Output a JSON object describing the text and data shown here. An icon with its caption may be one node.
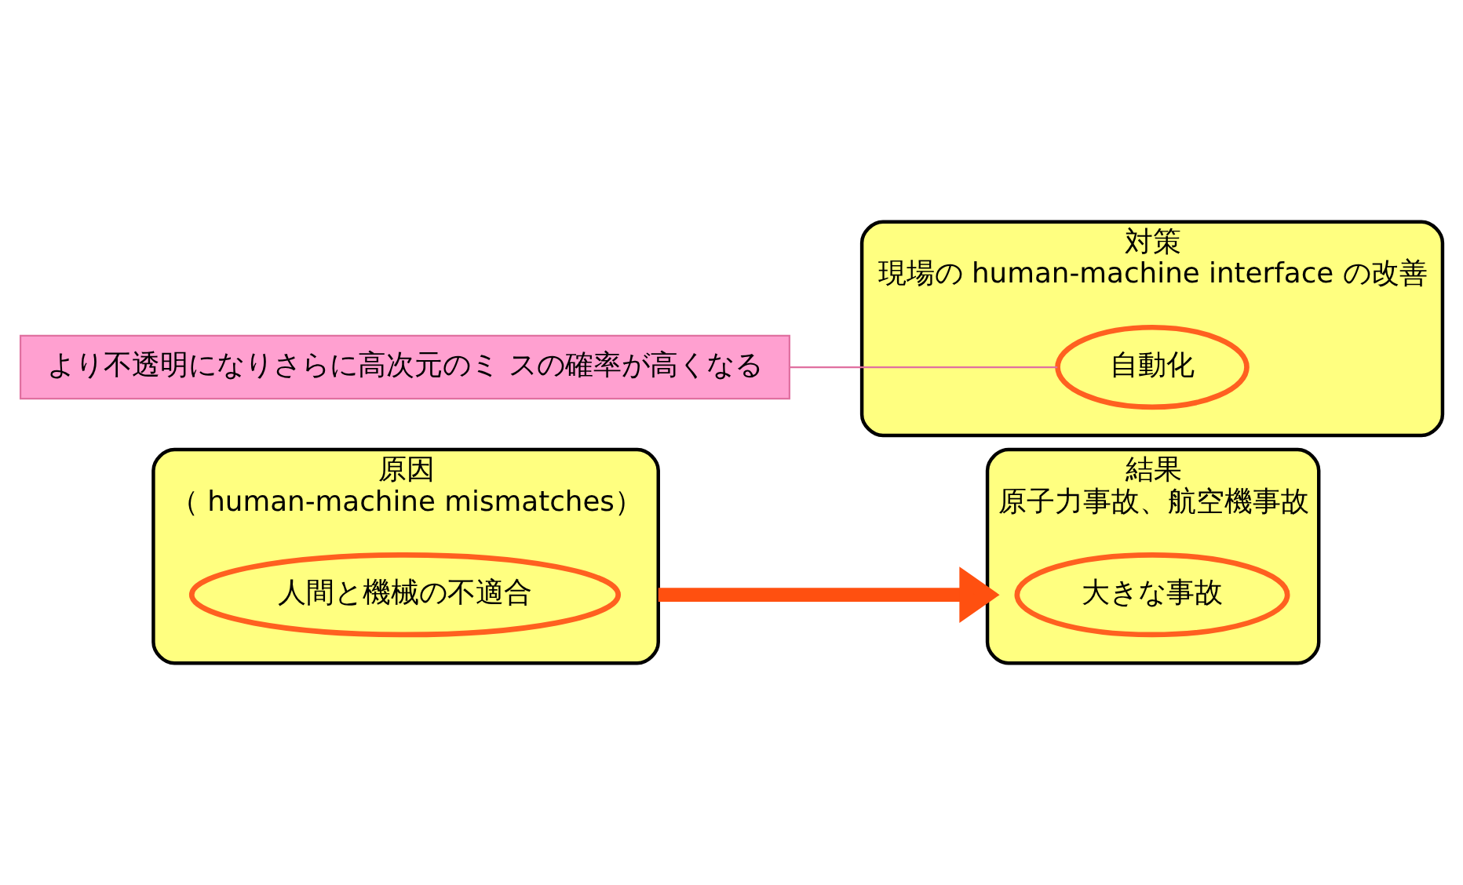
{
  "diagram": {
    "nodes": [
      {
        "text": [
          "原因",
          "（ human-machine mismatches）"
        ]
      },
      {
        "text": [
          "人間と機械の不適合"
        ],
        "in": 0
      },
      {
        "text": [
          "対策",
          "現場の human-machine interface の改善"
        ]
      },
      {
        "text": [
          "自動化"
        ],
        "in": 2
      },
      {
        "text": [
          "結果",
          "原子力事故、航空機事故"
        ]
      },
      {
        "text": [
          "大きな事故"
        ],
        "in": 4
      },
      {
        "text": [
          "より不透明になりさらに高次元のミ スの確率が高くなる"
        ]
      }
    ],
    "edges": [
      {
        "from": 0,
        "to": 4,
        "arrow": "to",
        "style": "thick",
        "color": "#ff5010"
      },
      {
        "from": 6,
        "to": 3,
        "arrow": "none",
        "color": "#e070a0"
      }
    ]
  }
}
